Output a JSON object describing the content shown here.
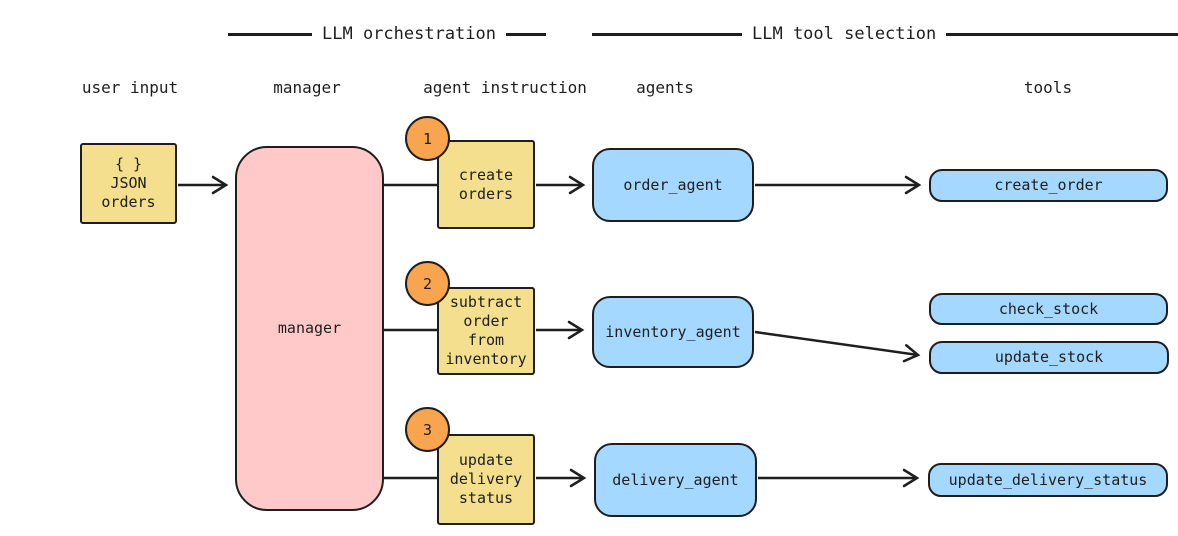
{
  "headers": {
    "orchestration": "LLM orchestration",
    "tool_selection": "LLM tool selection"
  },
  "columns": {
    "user_input": "user input",
    "manager": "manager",
    "agent_instruction": "agent instruction",
    "agents": "agents",
    "tools": "tools"
  },
  "nodes": {
    "user_input": {
      "lines": [
        "{ }",
        "JSON",
        "orders"
      ]
    },
    "manager": {
      "label": "manager"
    },
    "instructions": [
      {
        "step": "1",
        "lines": [
          "create",
          "orders"
        ]
      },
      {
        "step": "2",
        "lines": [
          "subtract",
          "order",
          "from",
          "inventory"
        ]
      },
      {
        "step": "3",
        "lines": [
          "update",
          "delivery",
          "status"
        ]
      }
    ],
    "agents": [
      {
        "label": "order_agent"
      },
      {
        "label": "inventory_agent"
      },
      {
        "label": "delivery_agent"
      }
    ],
    "tools": [
      {
        "label": "create_order"
      },
      {
        "label": "check_stock"
      },
      {
        "label": "update_stock"
      },
      {
        "label": "update_delivery_status"
      }
    ]
  },
  "colors": {
    "stroke": "#1e1e1e",
    "yellow": "#f3df8d",
    "pink": "#ffc9c9",
    "blue": "#a5d8ff",
    "orange": "#f9a44f"
  }
}
